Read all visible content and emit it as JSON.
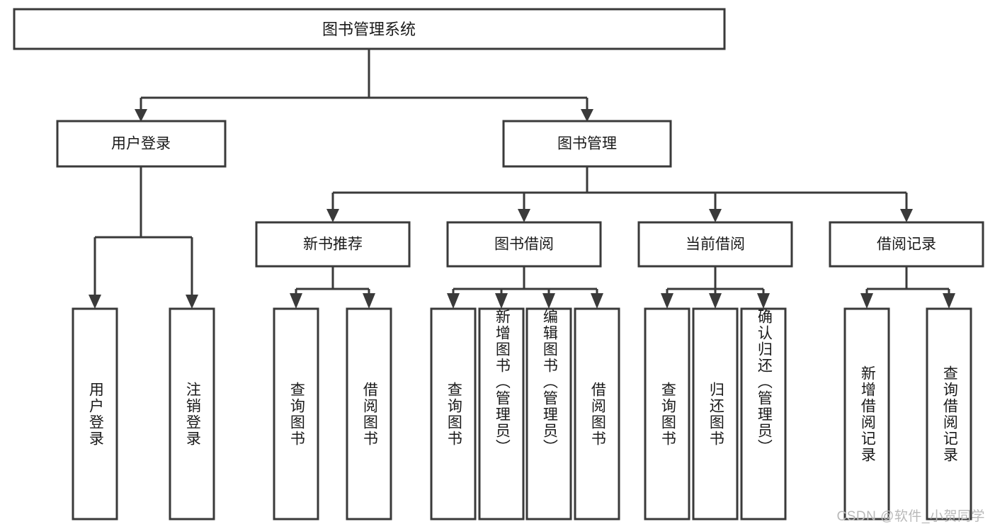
{
  "diagram": {
    "title": "图书管理系统",
    "type": "tree-hierarchy-diagram",
    "root": {
      "label": "图书管理系统",
      "orientation": "horizontal"
    },
    "level1": [
      {
        "label": "用户登录",
        "orientation": "horizontal"
      },
      {
        "label": "图书管理",
        "orientation": "horizontal"
      }
    ],
    "level2": [
      {
        "label": "新书推荐",
        "orientation": "horizontal"
      },
      {
        "label": "图书借阅",
        "orientation": "horizontal"
      },
      {
        "label": "当前借阅",
        "orientation": "horizontal"
      },
      {
        "label": "借阅记录",
        "orientation": "horizontal"
      }
    ],
    "leaves": {
      "user_login": [
        {
          "label": "用户登录",
          "orientation": "vertical"
        },
        {
          "label": "注销登录",
          "orientation": "vertical"
        }
      ],
      "new_book_recommend": [
        {
          "label": "查询图书",
          "orientation": "vertical"
        },
        {
          "label": "借阅图书",
          "orientation": "vertical"
        }
      ],
      "book_borrow": [
        {
          "label": "查询图书",
          "orientation": "vertical"
        },
        {
          "label": "新增图书（管理员）",
          "orientation": "vertical"
        },
        {
          "label": "编辑图书（管理员）",
          "orientation": "vertical"
        },
        {
          "label": "借阅图书",
          "orientation": "vertical"
        }
      ],
      "current_borrow": [
        {
          "label": "查询图书",
          "orientation": "vertical"
        },
        {
          "label": "归还图书",
          "orientation": "vertical"
        },
        {
          "label": "确认归还（管理员）",
          "orientation": "vertical"
        }
      ],
      "borrow_record": [
        {
          "label": "新增借阅记录",
          "orientation": "vertical"
        },
        {
          "label": "查询借阅记录",
          "orientation": "vertical"
        }
      ]
    },
    "colors": {
      "stroke": "#3a3a3a",
      "fill": "#ffffff",
      "text": "#1a1a1a",
      "watermark": "#b9b9b9"
    }
  },
  "watermark": {
    "text": "CSDN @软件_小贺同学"
  }
}
